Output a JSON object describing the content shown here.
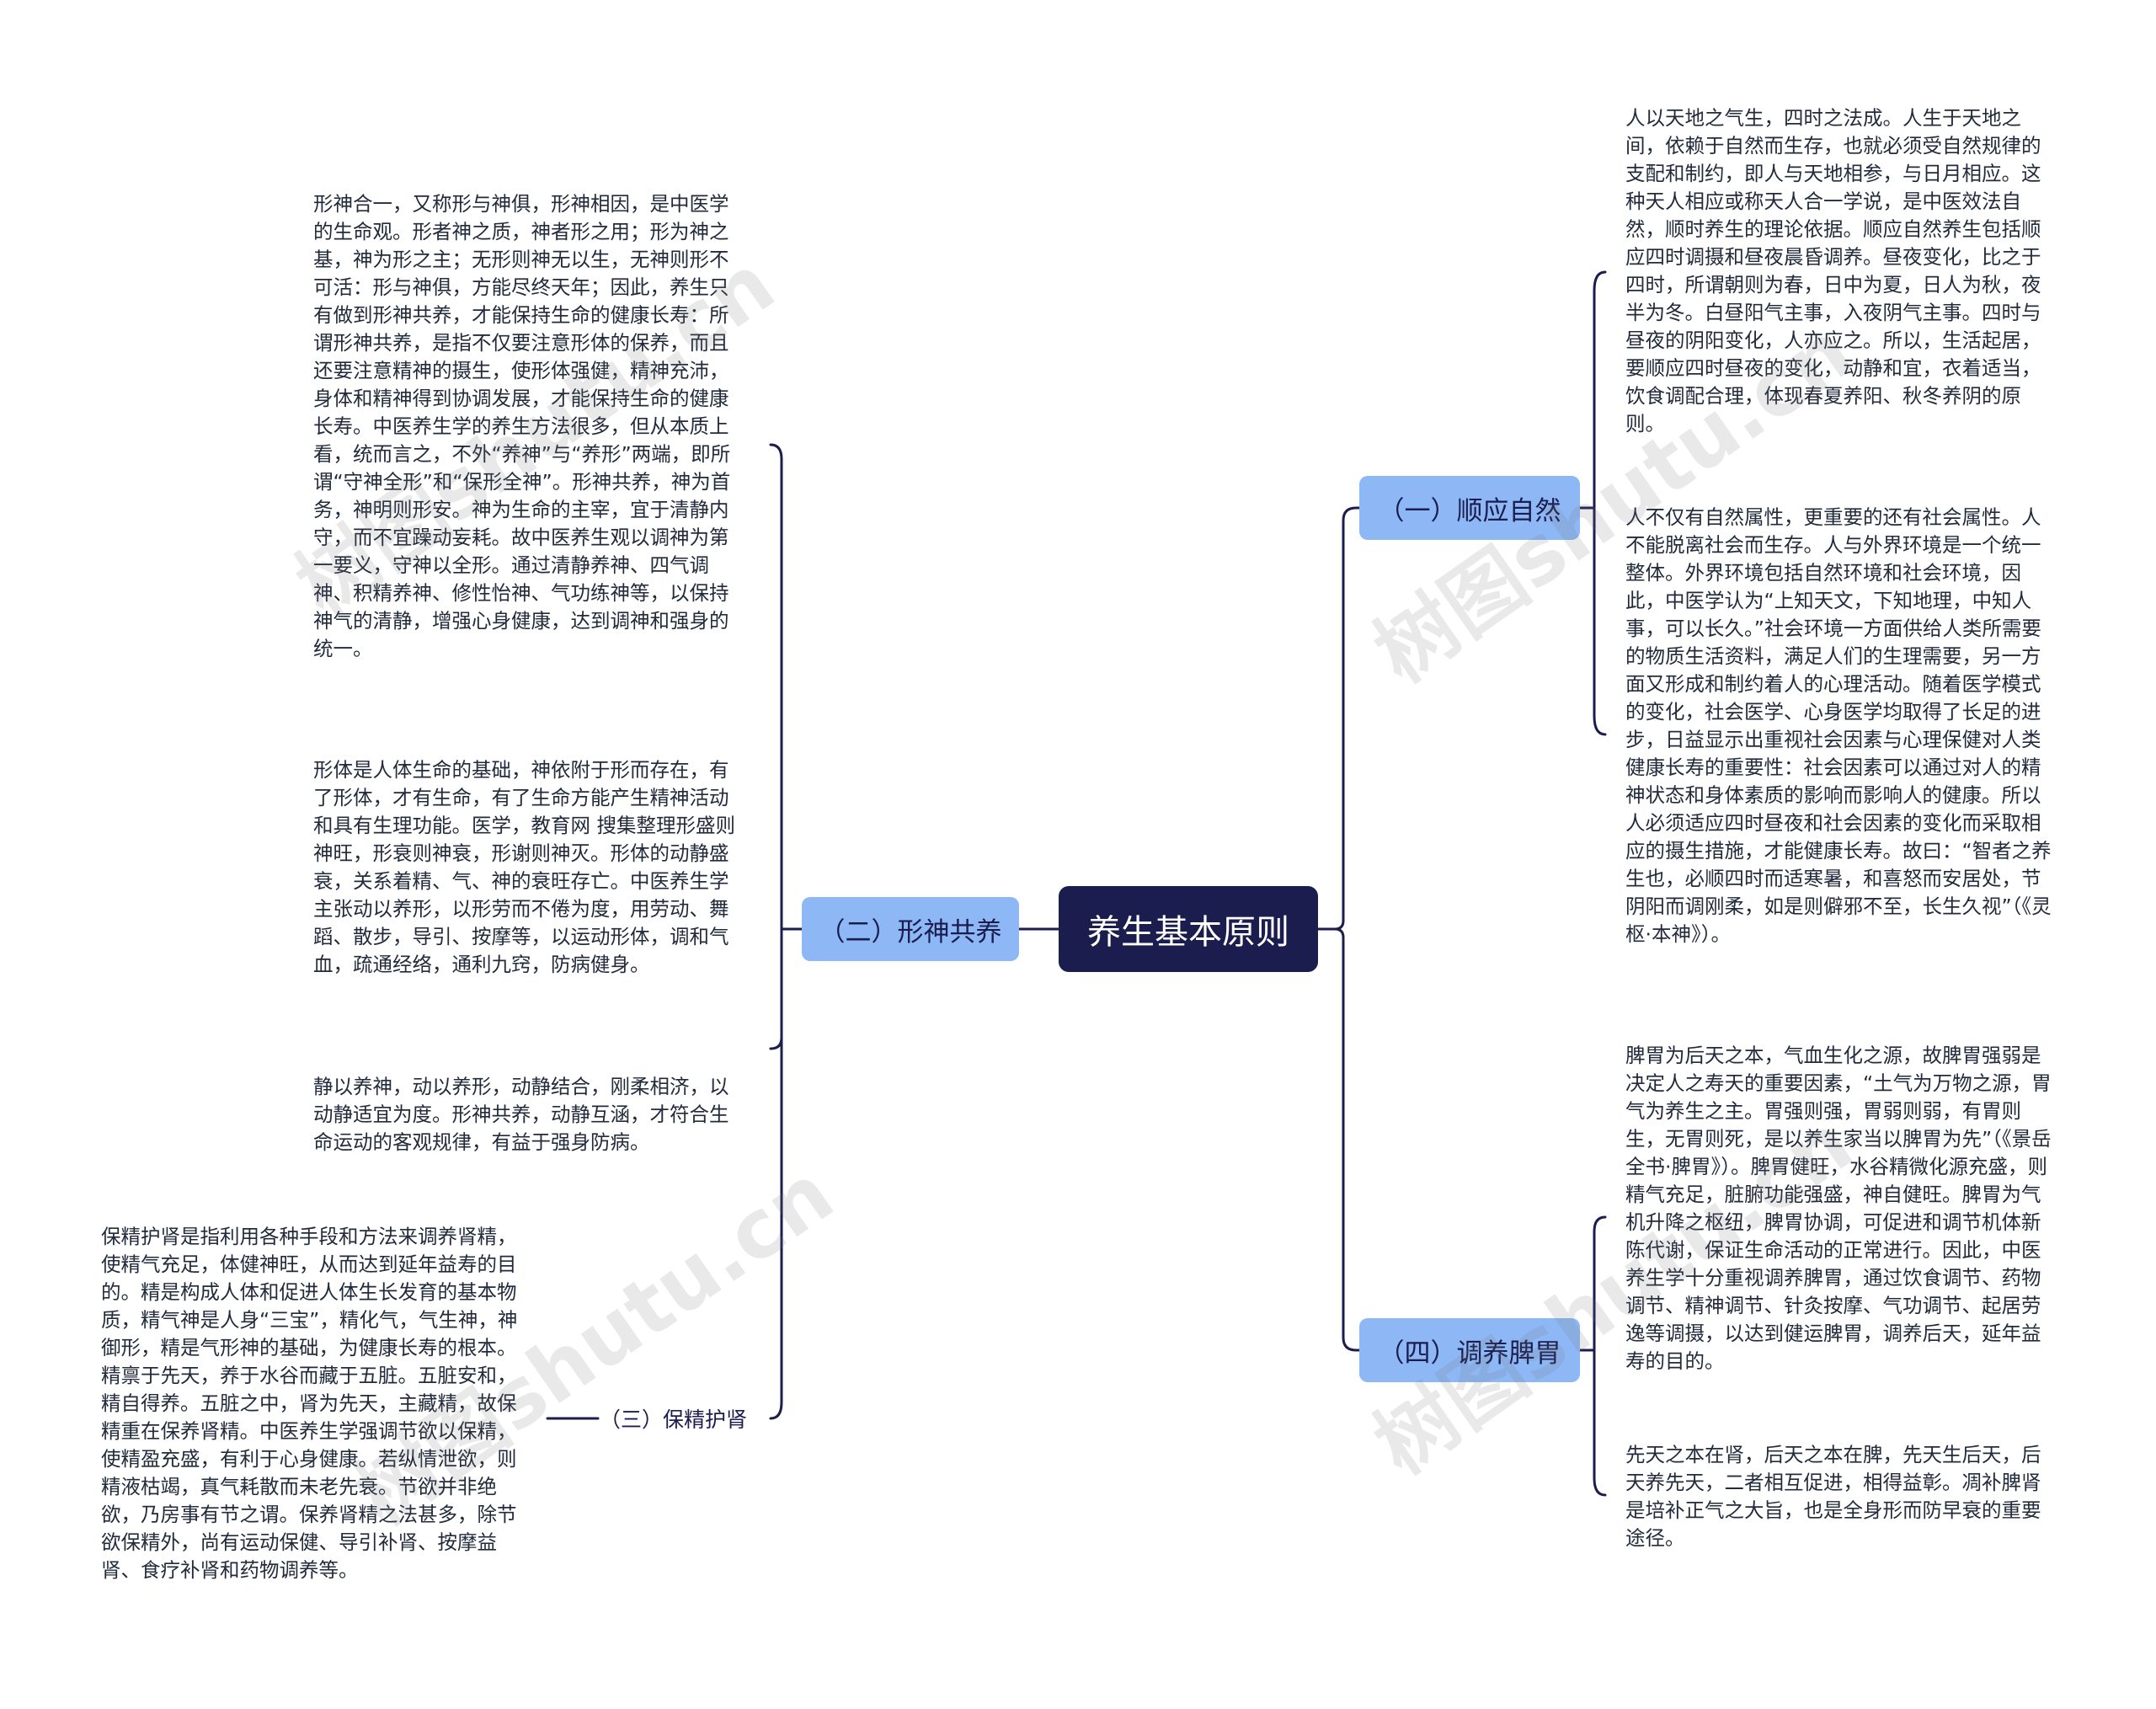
{
  "root": {
    "label": "养生基本原则"
  },
  "branches": {
    "b1": {
      "label": "（一）顺应自然"
    },
    "b2": {
      "label": "（二）形神共养"
    },
    "b3": {
      "label": "（三）保精护肾"
    },
    "b4": {
      "label": "（四）调养脾胃"
    }
  },
  "texts": {
    "b1_t1": "人以天地之气生，四时之法成。人生于天地之间，依赖于自然而生存，也就必须受自然规律的支配和制约，即人与天地相参，与日月相应。这种天人相应或称天人合一学说，是中医效法自然，顺时养生的理论依据。顺应自然养生包括顺应四时调摄和昼夜晨昏调养。昼夜变化，比之于四时，所谓朝则为春，日中为夏，日人为秋，夜半为冬。白昼阳气主事，入夜阴气主事。四时与昼夜的阴阳变化，人亦应之。所以，生活起居，要顺应四时昼夜的变化，动静和宜，衣着适当，饮食调配合理，体现春夏养阳、秋冬养阴的原则。",
    "b1_t2": "人不仅有自然属性，更重要的还有社会属性。人不能脱离社会而生存。人与外界环境是一个统一整体。外界环境包括自然环境和社会环境，因此，中医学认为“上知天文，下知地理，中知人事，可以长久。”社会环境一方面供给人类所需要的物质生活资料，满足人们的生理需要，另一方面又形成和制约着人的心理活动。随着医学模式的变化，社会医学、心身医学均取得了长足的进步，日益显示出重视社会因素与心理保健对人类健康长寿的重要性：社会因素可以通过对人的精神状态和身体素质的影响而影响人的健康。所以人必须适应四时昼夜和社会因素的变化而采取相应的摄生措施，才能健康长寿。故曰：“智者之养生也，必顺四时而适寒暑，和喜怒而安居处，节阴阳而调刚柔，如是则僻邪不至，长生久视”（《灵枢·本神》）。",
    "b2_t1": "形神合一，又称形与神俱，形神相因，是中医学的生命观。形者神之质，神者形之用；形为神之基，神为形之主；无形则神无以生，无神则形不可活：形与神俱，方能尽终天年；因此，养生只有做到形神共养，才能保持生命的健康长寿：所谓形神共养，是指不仅要注意形体的保养，而且还要注意精神的摄生，使形体强健，精神充沛，身体和精神得到协调发展，才能保持生命的健康长寿。中医养生学的养生方法很多，但从本质上看，统而言之，不外“养神”与“养形”两端，即所谓“守神全形”和“保形全神”。形神共养，神为首务，神明则形安。神为生命的主宰，宜于清静内守，而不宜躁动妄耗。故中医养生观以调神为第一要义，守神以全形。通过清静养神、四气调神、积精养神、修性怡神、气功练神等，以保持神气的清静，增强心身健康，达到调神和强身的统一。",
    "b2_t2": "形体是人体生命的基础，神依附于形而存在，有了形体，才有生命，有了生命方能产生精神活动和具有生理功能。医学，教育网 搜集整理形盛则神旺，形衰则神衰，形谢则神灭。形体的动静盛衰，关系着精、气、神的衰旺存亡。中医养生学主张动以养形，以形劳而不倦为度，用劳动、舞蹈、散步，导引、按摩等，以运动形体，调和气血，疏通经络，通利九窍，防病健身。",
    "b2_t3": "静以养神，动以养形，动静结合，刚柔相济，以动静适宜为度。形神共养，动静互涵，才符合生命运动的客观规律，有益于强身防病。",
    "b3_t1": "保精护肾是指利用各种手段和方法来调养肾精，使精气充足，体健神旺，从而达到延年益寿的目的。精是构成人体和促进人体生长发育的基本物质，精气神是人身“三宝”，精化气，气生神，神御形，精是气形神的基础，为健康长寿的根本。精禀于先天，养于水谷而藏于五脏。五脏安和，精自得养。五脏之中，肾为先天，主藏精，故保精重在保养肾精。中医养生学强调节欲以保精，使精盈充盛，有利于心身健康。若纵情泄欲，则精液枯竭，真气耗散而未老先衰。节欲并非绝欲，乃房事有节之谓。保养肾精之法甚多，除节欲保精外，尚有运动保健、导引补肾、按摩益肾、食疗补肾和药物调养等。",
    "b4_t1": "脾胃为后天之本，气血生化之源，故脾胃强弱是决定人之寿天的重要因素，“土气为万物之源，胃气为养生之主。胃强则强，胃弱则弱，有胃则生，无胃则死，是以养生家当以脾胃为先”（《景岳全书·脾胃》）。脾胃健旺，水谷精微化源充盛，则精气充足，脏腑功能强盛，神自健旺。脾胃为气机升降之枢纽，脾胃协调，可促进和调节机体新陈代谢，保证生命活动的正常进行。因此，中医养生学十分重视调养脾胃，通过饮食调节、药物调节、精神调节、针灸按摩、气功调节、起居劳逸等调摄，以达到健运脾胃，调养后天，延年益寿的目的。",
    "b4_t2": "先天之本在肾，后天之本在脾，先天生后天，后天养先天，二者相互促进，相得益彰。凋补脾肾是培补正气之大旨，也是全身形而防早衰的重要途径。"
  },
  "watermarks": [
    "树图shutu.cn",
    "树图shutu.cn",
    "树图shutu.cn",
    "树图shutu.cn"
  ],
  "colors": {
    "root": "#1a1d4e",
    "branch": "#8db8f5",
    "line": "#1a1d4e",
    "text": "#222b3c"
  }
}
